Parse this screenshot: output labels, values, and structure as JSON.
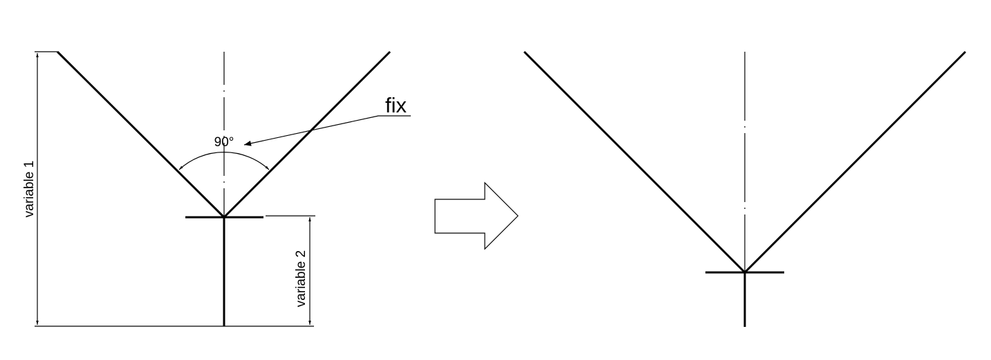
{
  "labels": {
    "variable1": "variable 1",
    "variable2": "variable 2",
    "angle": "90°",
    "fix": "fix"
  },
  "colors": {
    "stroke": "#000000",
    "background": "#ffffff",
    "arrow_fill": "#ffffff"
  }
}
